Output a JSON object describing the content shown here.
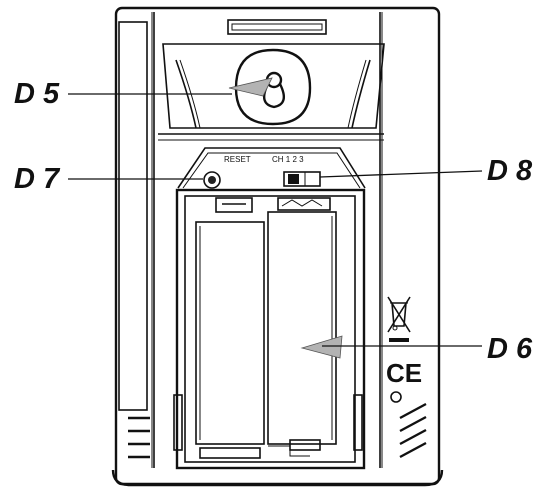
{
  "callouts": {
    "d5": "D 5",
    "d7": "D 7",
    "d8": "D 8",
    "d6": "D 6"
  },
  "device_labels": {
    "reset": "RESET",
    "ch": "CH 1  2  3"
  },
  "marks": {
    "ce": "CE"
  },
  "icons": {
    "weee": "crossed-out-wheelie-bin-icon",
    "ce": "ce-mark-icon",
    "keyhole": "keyhole-wall-mount-icon",
    "reset_button": "reset-button-icon",
    "channel_switch": "channel-switch-icon"
  },
  "colors": {
    "line": "#111111",
    "arrow_fill": "#b3b3b3",
    "background": "#ffffff"
  }
}
